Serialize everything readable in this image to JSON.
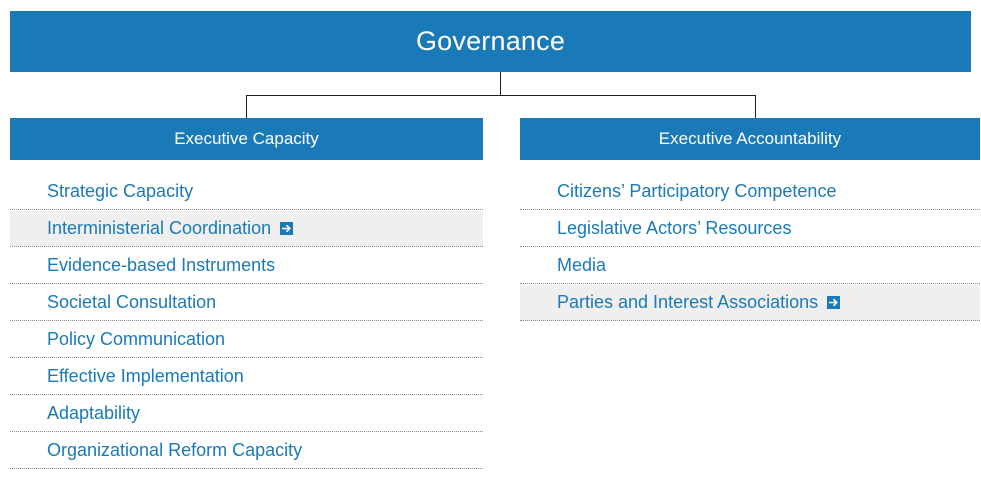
{
  "title": "Governance",
  "colors": {
    "accent": "#1a7ab8",
    "highlight_row": "#efefef"
  },
  "columns": [
    {
      "header": "Executive Capacity",
      "items": [
        {
          "label": "Strategic Capacity",
          "highlighted": false
        },
        {
          "label": "Interministerial Coordination",
          "highlighted": true,
          "icon": "arrow-right-icon"
        },
        {
          "label": "Evidence-based Instruments",
          "highlighted": false
        },
        {
          "label": "Societal Consultation",
          "highlighted": false
        },
        {
          "label": "Policy Communication",
          "highlighted": false
        },
        {
          "label": "Effective Implementation",
          "highlighted": false
        },
        {
          "label": "Adaptability",
          "highlighted": false
        },
        {
          "label": "Organizational Reform Capacity",
          "highlighted": false
        }
      ]
    },
    {
      "header": "Executive Accountability",
      "items": [
        {
          "label": "Citizens’ Participatory Competence",
          "highlighted": false
        },
        {
          "label": "Legislative Actors’ Resources",
          "highlighted": false
        },
        {
          "label": "Media",
          "highlighted": false
        },
        {
          "label": "Parties and Interest Associations",
          "highlighted": true,
          "icon": "arrow-right-icon"
        }
      ]
    }
  ]
}
